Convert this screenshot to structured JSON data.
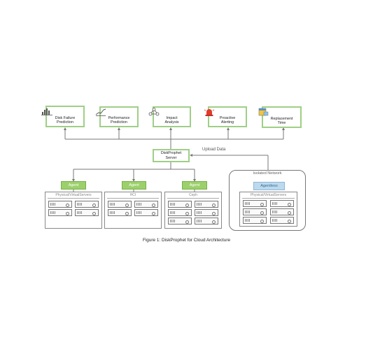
{
  "modules": [
    {
      "label": "Disk Failure\nPrediction",
      "icon": "disk-chart-icon"
    },
    {
      "label": "Performance\nPrediction",
      "icon": "performance-chart-icon"
    },
    {
      "label": "Impact\nAnalysis",
      "icon": "network-nodes-icon"
    },
    {
      "label": "Proactive\nAlerting",
      "icon": "alarm-light-icon"
    },
    {
      "label": "Replacement\nTime",
      "icon": "calendar-icon"
    }
  ],
  "server": {
    "label": "DiskProphet\nServer"
  },
  "upload_label": "Upload Data",
  "agent_label": "Agent",
  "agentless_label": "Agentless",
  "groups": [
    {
      "title": "Physical/VirtualServers"
    },
    {
      "title": "HCI"
    },
    {
      "title": "Ceph"
    }
  ],
  "isolated": {
    "title": "Isolated Network",
    "group_title": "Physical/VirtualServers"
  },
  "caption": "Figure 1: DiskProphet for Cloud Architecture",
  "colors": {
    "green_border": "#9fcf86",
    "agent_fill": "#9cd06a",
    "agentless_fill": "#bcd9ee",
    "line": "#777777"
  }
}
